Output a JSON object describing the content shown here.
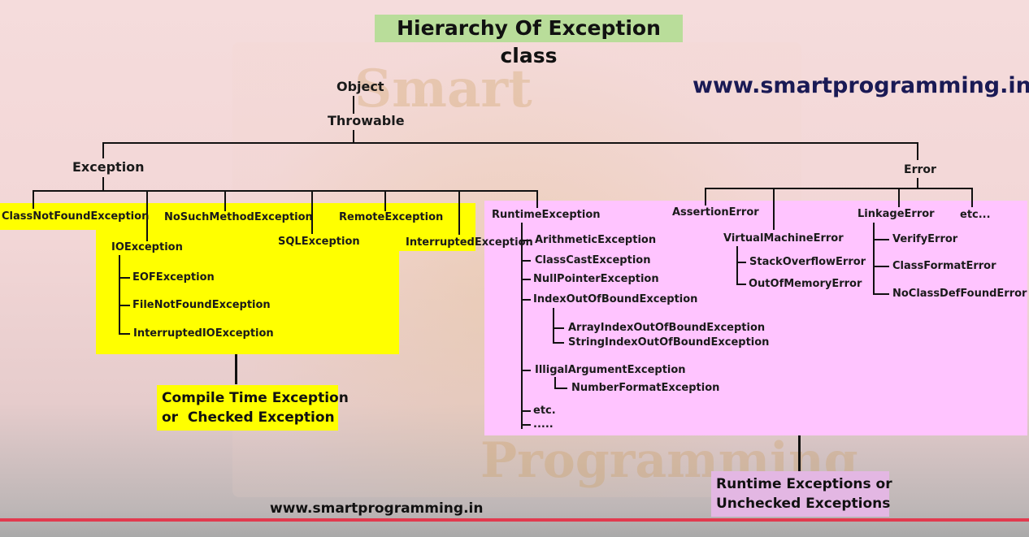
{
  "title": "Hierarchy Of Exception class",
  "website": "www.smartprogramming.in",
  "footer_website": "www.smartprogramming.in",
  "watermark": {
    "top": "Smart",
    "bottom": "Programming"
  },
  "colors": {
    "checked_box": "#ffff00",
    "unchecked_box": "#ffc4ff",
    "title_bg": "#b9dd9a",
    "accent_line": "#e23a4e"
  },
  "nodes": {
    "object": "Object",
    "throwable": "Throwable",
    "exception": "Exception",
    "error": "Error",
    "class_not_found": "ClassNotFoundException",
    "no_such_method": "NoSuchMethodException",
    "remote": "RemoteException",
    "io": "IOException",
    "sql": "SQLException",
    "interrupted": "InterruptedException",
    "eof": "EOFException",
    "file_not_found": "FileNotFoundException",
    "interrupted_io": "InterruptedIOException",
    "runtime": "RuntimeException",
    "arithmetic": "ArithmeticException",
    "class_cast": "ClassCastException",
    "null_pointer": "NullPointerException",
    "index_out_of_bound": "IndexOutOfBoundException",
    "array_index": "ArrayIndexOutOfBoundException",
    "string_index": "StringIndexOutOfBoundException",
    "illegal_argument": "IlligalArgumentException",
    "number_format": "NumberFormatException",
    "etc_dot": "etc.",
    "dots": ".....",
    "assertion": "AssertionError",
    "virtual_machine": "VirtualMachineError",
    "stack_overflow": "StackOverflowError",
    "out_of_memory": "OutOfMemoryError",
    "linkage": "LinkageError",
    "verify": "VerifyError",
    "class_format": "ClassFormatError",
    "no_class_def": "NoClassDefFoundError",
    "etc_dots": "etc..."
  },
  "notes": {
    "checked_line1": "Compile Time Exception",
    "checked_line2": "or  Checked Exception",
    "unchecked_line1": "Runtime Exceptions or",
    "unchecked_line2": "Unchecked Exceptions"
  }
}
